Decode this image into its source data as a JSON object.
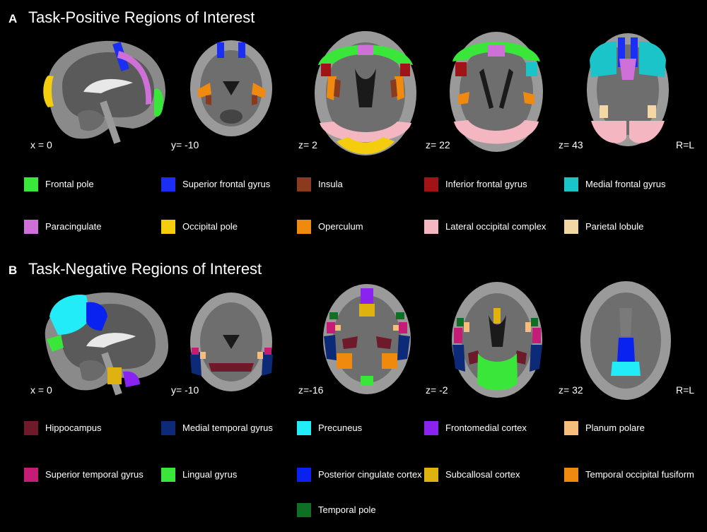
{
  "panel_a": {
    "letter": "A",
    "title": "Task-Positive Regions of Interest",
    "coords": [
      "x = 0",
      "y= -10",
      "z= 2",
      "z= 22",
      "z= 43"
    ],
    "orientation": "R=L",
    "legend": [
      {
        "label": "Frontal pole",
        "color": "#39e639"
      },
      {
        "label": "Superior frontal gyrus",
        "color": "#1a2ef5"
      },
      {
        "label": "Insula",
        "color": "#8b3a1e"
      },
      {
        "label": "Inferior frontal gyrus",
        "color": "#a01316"
      },
      {
        "label": "Medial frontal gyrus",
        "color": "#1bc4c9"
      },
      {
        "label": "Paracingulate",
        "color": "#cf6fd8"
      },
      {
        "label": "Occipital pole",
        "color": "#f4cd0f"
      },
      {
        "label": "Operculum",
        "color": "#f08a0f"
      },
      {
        "label": "Lateral occipital complex",
        "color": "#f4b6c1"
      },
      {
        "label": "Parietal lobule",
        "color": "#f3d8a6"
      }
    ]
  },
  "panel_b": {
    "letter": "B",
    "title": "Task-Negative Regions of Interest",
    "coords": [
      "x = 0",
      "y= -10",
      "z=-16",
      "z= -2",
      "z= 32"
    ],
    "orientation": "R=L",
    "legend": [
      {
        "label": "Hippocampus",
        "color": "#6e1a2a"
      },
      {
        "label": "Medial temporal gyrus",
        "color": "#0d2a78"
      },
      {
        "label": "Precuneus",
        "color": "#22ecf7"
      },
      {
        "label": "Frontomedial cortex",
        "color": "#8a22f0"
      },
      {
        "label": "Planum polare",
        "color": "#f7bd7a"
      },
      {
        "label": "Superior temporal gyrus",
        "color": "#c51c78"
      },
      {
        "label": "Lingual gyrus",
        "color": "#39e639"
      },
      {
        "label": "Posterior cingulate cortex",
        "color": "#0a22f0"
      },
      {
        "label": "Subcallosal cortex",
        "color": "#e0b20f"
      },
      {
        "label": "Temporal occipital fusiform",
        "color": "#f08a0f"
      },
      {
        "label": "Temporal pole",
        "color": "#0f6f24"
      }
    ]
  }
}
